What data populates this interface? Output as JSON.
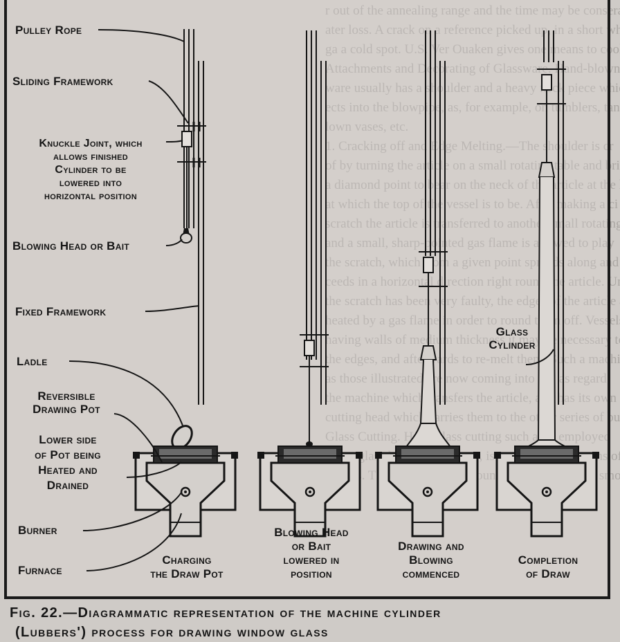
{
  "labels": {
    "pulley_rope": "Pulley Rope",
    "sliding_framework": "Sliding Framework",
    "knuckle_joint": "Knuckle Joint, which allows finished Cylinder to be lowered into horizontal position",
    "knuckle_joint_lines": [
      "Knuckle Joint, which",
      "allows finished",
      "Cylinder to be",
      "lowered into",
      "horizontal position"
    ],
    "blowing_head": "Blowing Head or Bait",
    "fixed_framework": "Fixed Framework",
    "glass_cylinder_lines": [
      "Glass",
      "Cylinder"
    ],
    "ladle": "Ladle",
    "reversible_pot_lines": [
      "Reversible",
      "Drawing Pot"
    ],
    "lower_side_lines": [
      "Lower side",
      "of Pot being",
      "Heated and",
      "Drained"
    ],
    "burner": "Burner",
    "furnace": "Furnace"
  },
  "stages": [
    {
      "lines": [
        "Charging",
        "the Draw Pot"
      ]
    },
    {
      "lines": [
        "Blowing Head",
        "or Bait",
        "lowered in",
        "position"
      ]
    },
    {
      "lines": [
        "Drawing and",
        "Blowing",
        "commenced"
      ]
    },
    {
      "lines": [
        "Completion",
        "of Draw"
      ]
    }
  ],
  "caption": {
    "line1": "Fig. 22.—Diagrammatic representation of the machine cylinder",
    "line2": "(Lubbers') process for drawing window glass"
  },
  "background_text": [
    "r out of the annealing range and the time may be conserab",
    "ater loss. A crack on a reference picked up, in a short wh",
    "ga a cold spot. U.S. Ver Ouaken gives one means to cool",
    "Attachments and Decorating of Glassware. Hand-blown",
    "ware usually has a shoulder and a heavy neck piece which co",
    "ects into the blowpipe, as, for example, on tumblers, tanke",
    "lown vases, etc.",
    "1. Cracking off and Edge Melting.—The shoulder is cr",
    "of by turning the article on a small rotating table and bring",
    "a diamond point to bear on the neck of the article at the heig",
    "at which the top of the vessel is to be. After making a ci",
    "scratch the article is transferred to another small rotating tab",
    "and a small, sharp-pointed gas flame is allowed to play",
    "the scratch, which from a given point spreads along and pr",
    "ceeds in a horizontal direction right round the article. Unles",
    "the scratch has been very faulty, the edges of the article are th",
    "heated by a gas flame in order to round them off. Vessels",
    "having walls of medium thickness it may be necessary to gri",
    "the edges, and afterwards to re-melt them. Such a machine",
    "as those illustrated are now coming into use as regard",
    "the machine which transfers the article, and has its own",
    "cutting head which carries them to the other series of burners",
    "Glass Cutting. Hand glass cutting such as is employed",
    "in cut glass lamps, vases, etc., is carried out by means of",
    "wheels. The article is thus ground while the rest are smoothly"
  ]
}
